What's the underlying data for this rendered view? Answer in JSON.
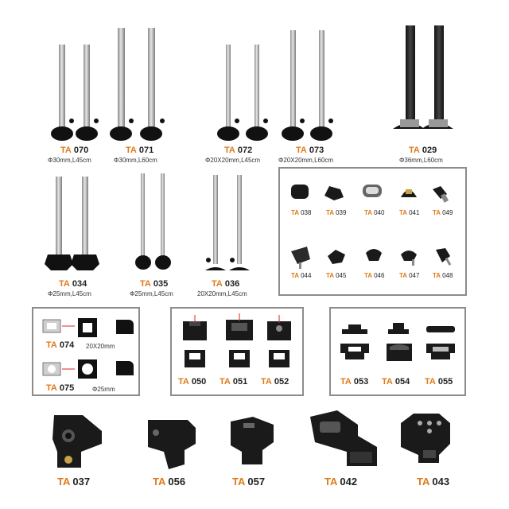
{
  "prefix": "TA",
  "row1": [
    {
      "code": "070",
      "dim": "Φ30mm,L45cm"
    },
    {
      "code": "071",
      "dim": "Φ30mm,L60cm"
    },
    {
      "code": "072",
      "dim": "Φ20X20mm,L45cm"
    },
    {
      "code": "073",
      "dim": "Φ20X20mm,L60cm"
    },
    {
      "code": "029",
      "dim": "Φ36mm,L60cm"
    }
  ],
  "row2": [
    {
      "code": "034",
      "dim": "Φ25mm,L45cm"
    },
    {
      "code": "035",
      "dim": "Φ25mm,L45cm"
    },
    {
      "code": "036",
      "dim": "20X20mm,L45cm"
    }
  ],
  "knobs": {
    "top": [
      "038",
      "039",
      "040",
      "041",
      "049"
    ],
    "bottom": [
      "044",
      "045",
      "046",
      "047",
      "048"
    ]
  },
  "brackets": [
    {
      "code": "074",
      "dim": "20X20mm"
    },
    {
      "code": "075",
      "dim": "Φ25mm"
    }
  ],
  "connectors_a": [
    "050",
    "051",
    "052"
  ],
  "connectors_b": [
    "053",
    "054",
    "055"
  ],
  "bottom_row": [
    "037",
    "056",
    "057",
    "042",
    "043"
  ]
}
